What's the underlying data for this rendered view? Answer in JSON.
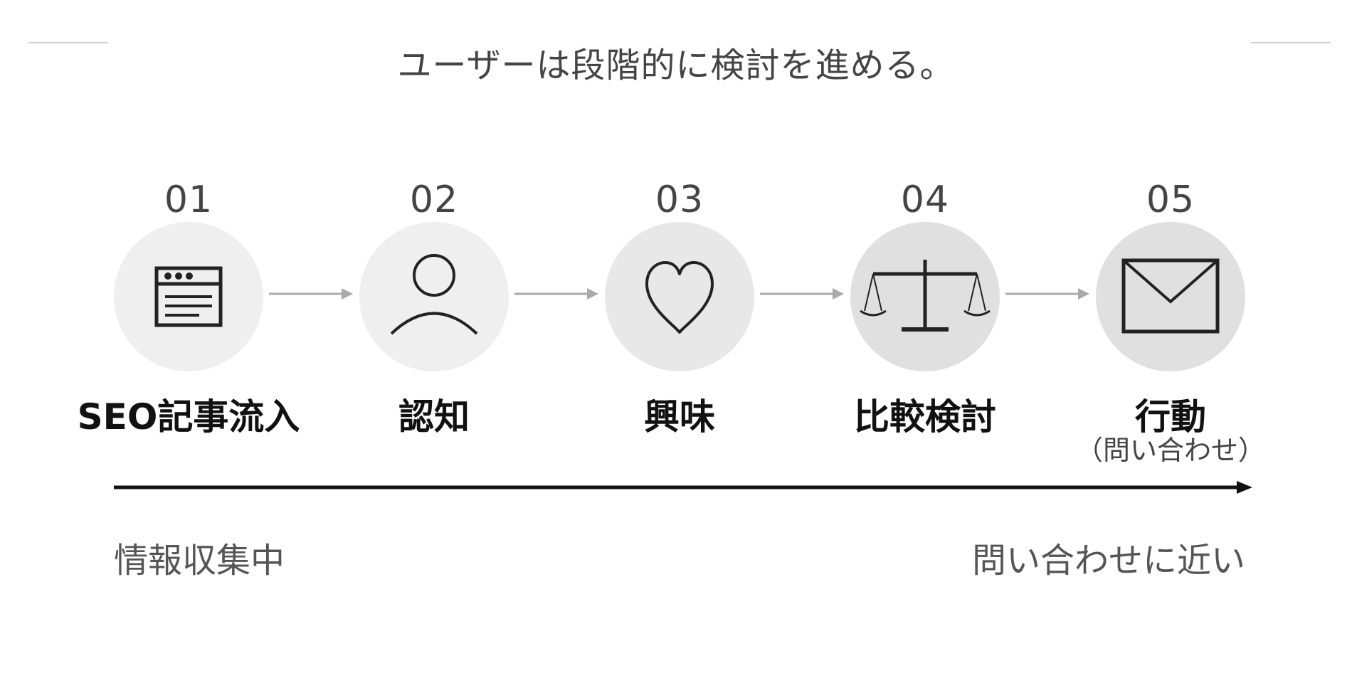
{
  "title": "ユーザーは段階的に検討を進める。",
  "colors": {
    "circle_light": "#efefef",
    "circle_mid": "#e8e8e8",
    "circle_dark": "#e0e0e0",
    "connector": "#aaaaaa",
    "timeline": "#111111"
  },
  "steps": [
    {
      "number": "01",
      "label": "SEO記事流入",
      "sublabel": "",
      "icon": "browser-window-icon"
    },
    {
      "number": "02",
      "label": "認知",
      "sublabel": "",
      "icon": "person-icon"
    },
    {
      "number": "03",
      "label": "興味",
      "sublabel": "",
      "icon": "heart-icon"
    },
    {
      "number": "04",
      "label": "比較検討",
      "sublabel": "",
      "icon": "balance-scale-icon"
    },
    {
      "number": "05",
      "label": "行動",
      "sublabel": "（問い合わせ）",
      "icon": "envelope-icon"
    }
  ],
  "axis": {
    "start_label": "情報収集中",
    "end_label": "問い合わせに近い"
  }
}
